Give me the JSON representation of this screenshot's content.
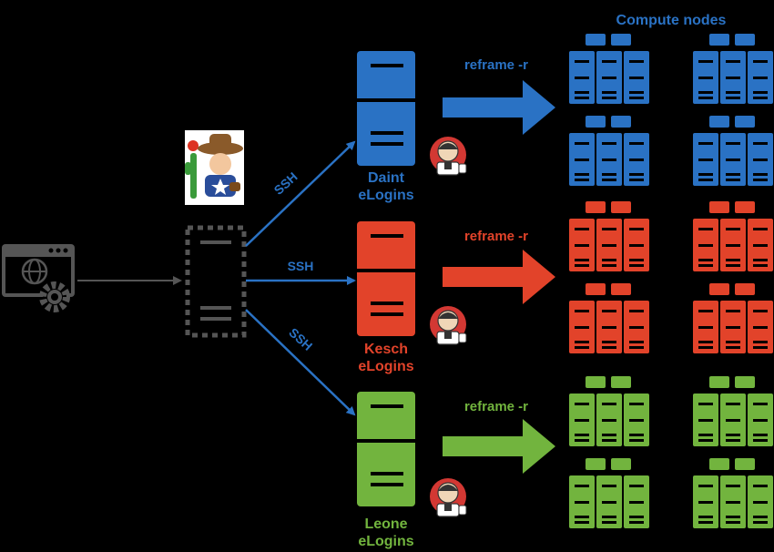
{
  "title": "Compute nodes",
  "ssh_labels": [
    "SSH",
    "SSH",
    "SSH"
  ],
  "clusters": [
    {
      "name": "Daint",
      "sub": "eLogins",
      "command": "reframe -r",
      "color": "#2a72c4"
    },
    {
      "name": "Kesch",
      "sub": "eLogins",
      "command": "reframe -r",
      "color": "#e2432a"
    },
    {
      "name": "Leone",
      "sub": "eLogins",
      "command": "reframe -r",
      "color": "#72b43e"
    }
  ],
  "icons": {
    "client": "browser-gear-icon",
    "proxy": "dashed-server-icon",
    "ci_bot": "jenkins-butler-icon",
    "mascot": "cowboy-cactus-icon",
    "compute": "server-rack-icon"
  },
  "colors": {
    "background": "#000000",
    "link": "#2a72c4",
    "dim": "#555555"
  }
}
